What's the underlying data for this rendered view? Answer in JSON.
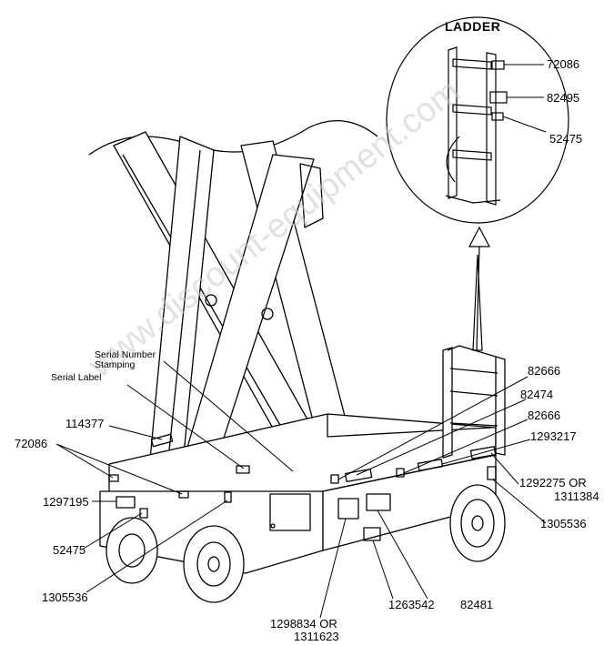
{
  "inset": {
    "title": "LADDER",
    "labels": [
      "72086",
      "82495",
      "52475"
    ]
  },
  "callouts": {
    "serial_number_stamping": "Serial Number\nStamping",
    "serial_number_line1": "Serial Number",
    "serial_number_line2": "Stamping",
    "serial_label": "Serial Label",
    "p114377": "114377",
    "p72086": "72086",
    "p1297195": "1297195",
    "p52475": "52475",
    "p1305536_left": "1305536",
    "p1298834_line1": "1298834 OR",
    "p1298834_line2": "1311623",
    "p1263542": "1263542",
    "p82481": "82481",
    "p82666_top": "82666",
    "p82474": "82474",
    "p82666_mid": "82666",
    "p1293217": "1293217",
    "p1292275_line1": "1292275 OR",
    "p1292275_line2": "1311384",
    "p1305536_right": "1305536"
  },
  "watermark": "www.discount-equipment.com"
}
